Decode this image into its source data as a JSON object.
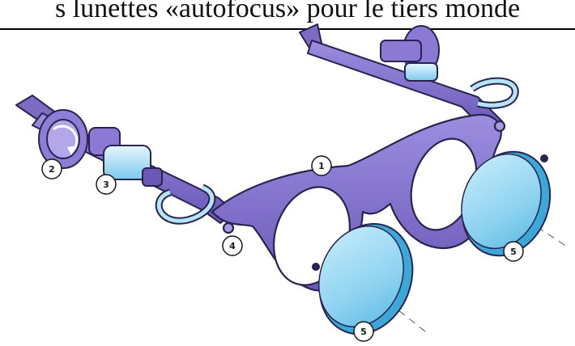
{
  "title": "s lunettes «autofocus» pour le tiers monde",
  "callouts": {
    "c1": "1",
    "c2": "2",
    "c3": "3",
    "c4": "4",
    "c5a": "5",
    "c5b": "5"
  },
  "colors": {
    "frame": "#7d6bc4",
    "frame_dark": "#4f3f96",
    "frame_light": "#a89ae0",
    "lens": "#8fd3f0",
    "lens_dark": "#3ba8d8",
    "outline": "#2a2350",
    "bulb": "#b6e4f7"
  }
}
